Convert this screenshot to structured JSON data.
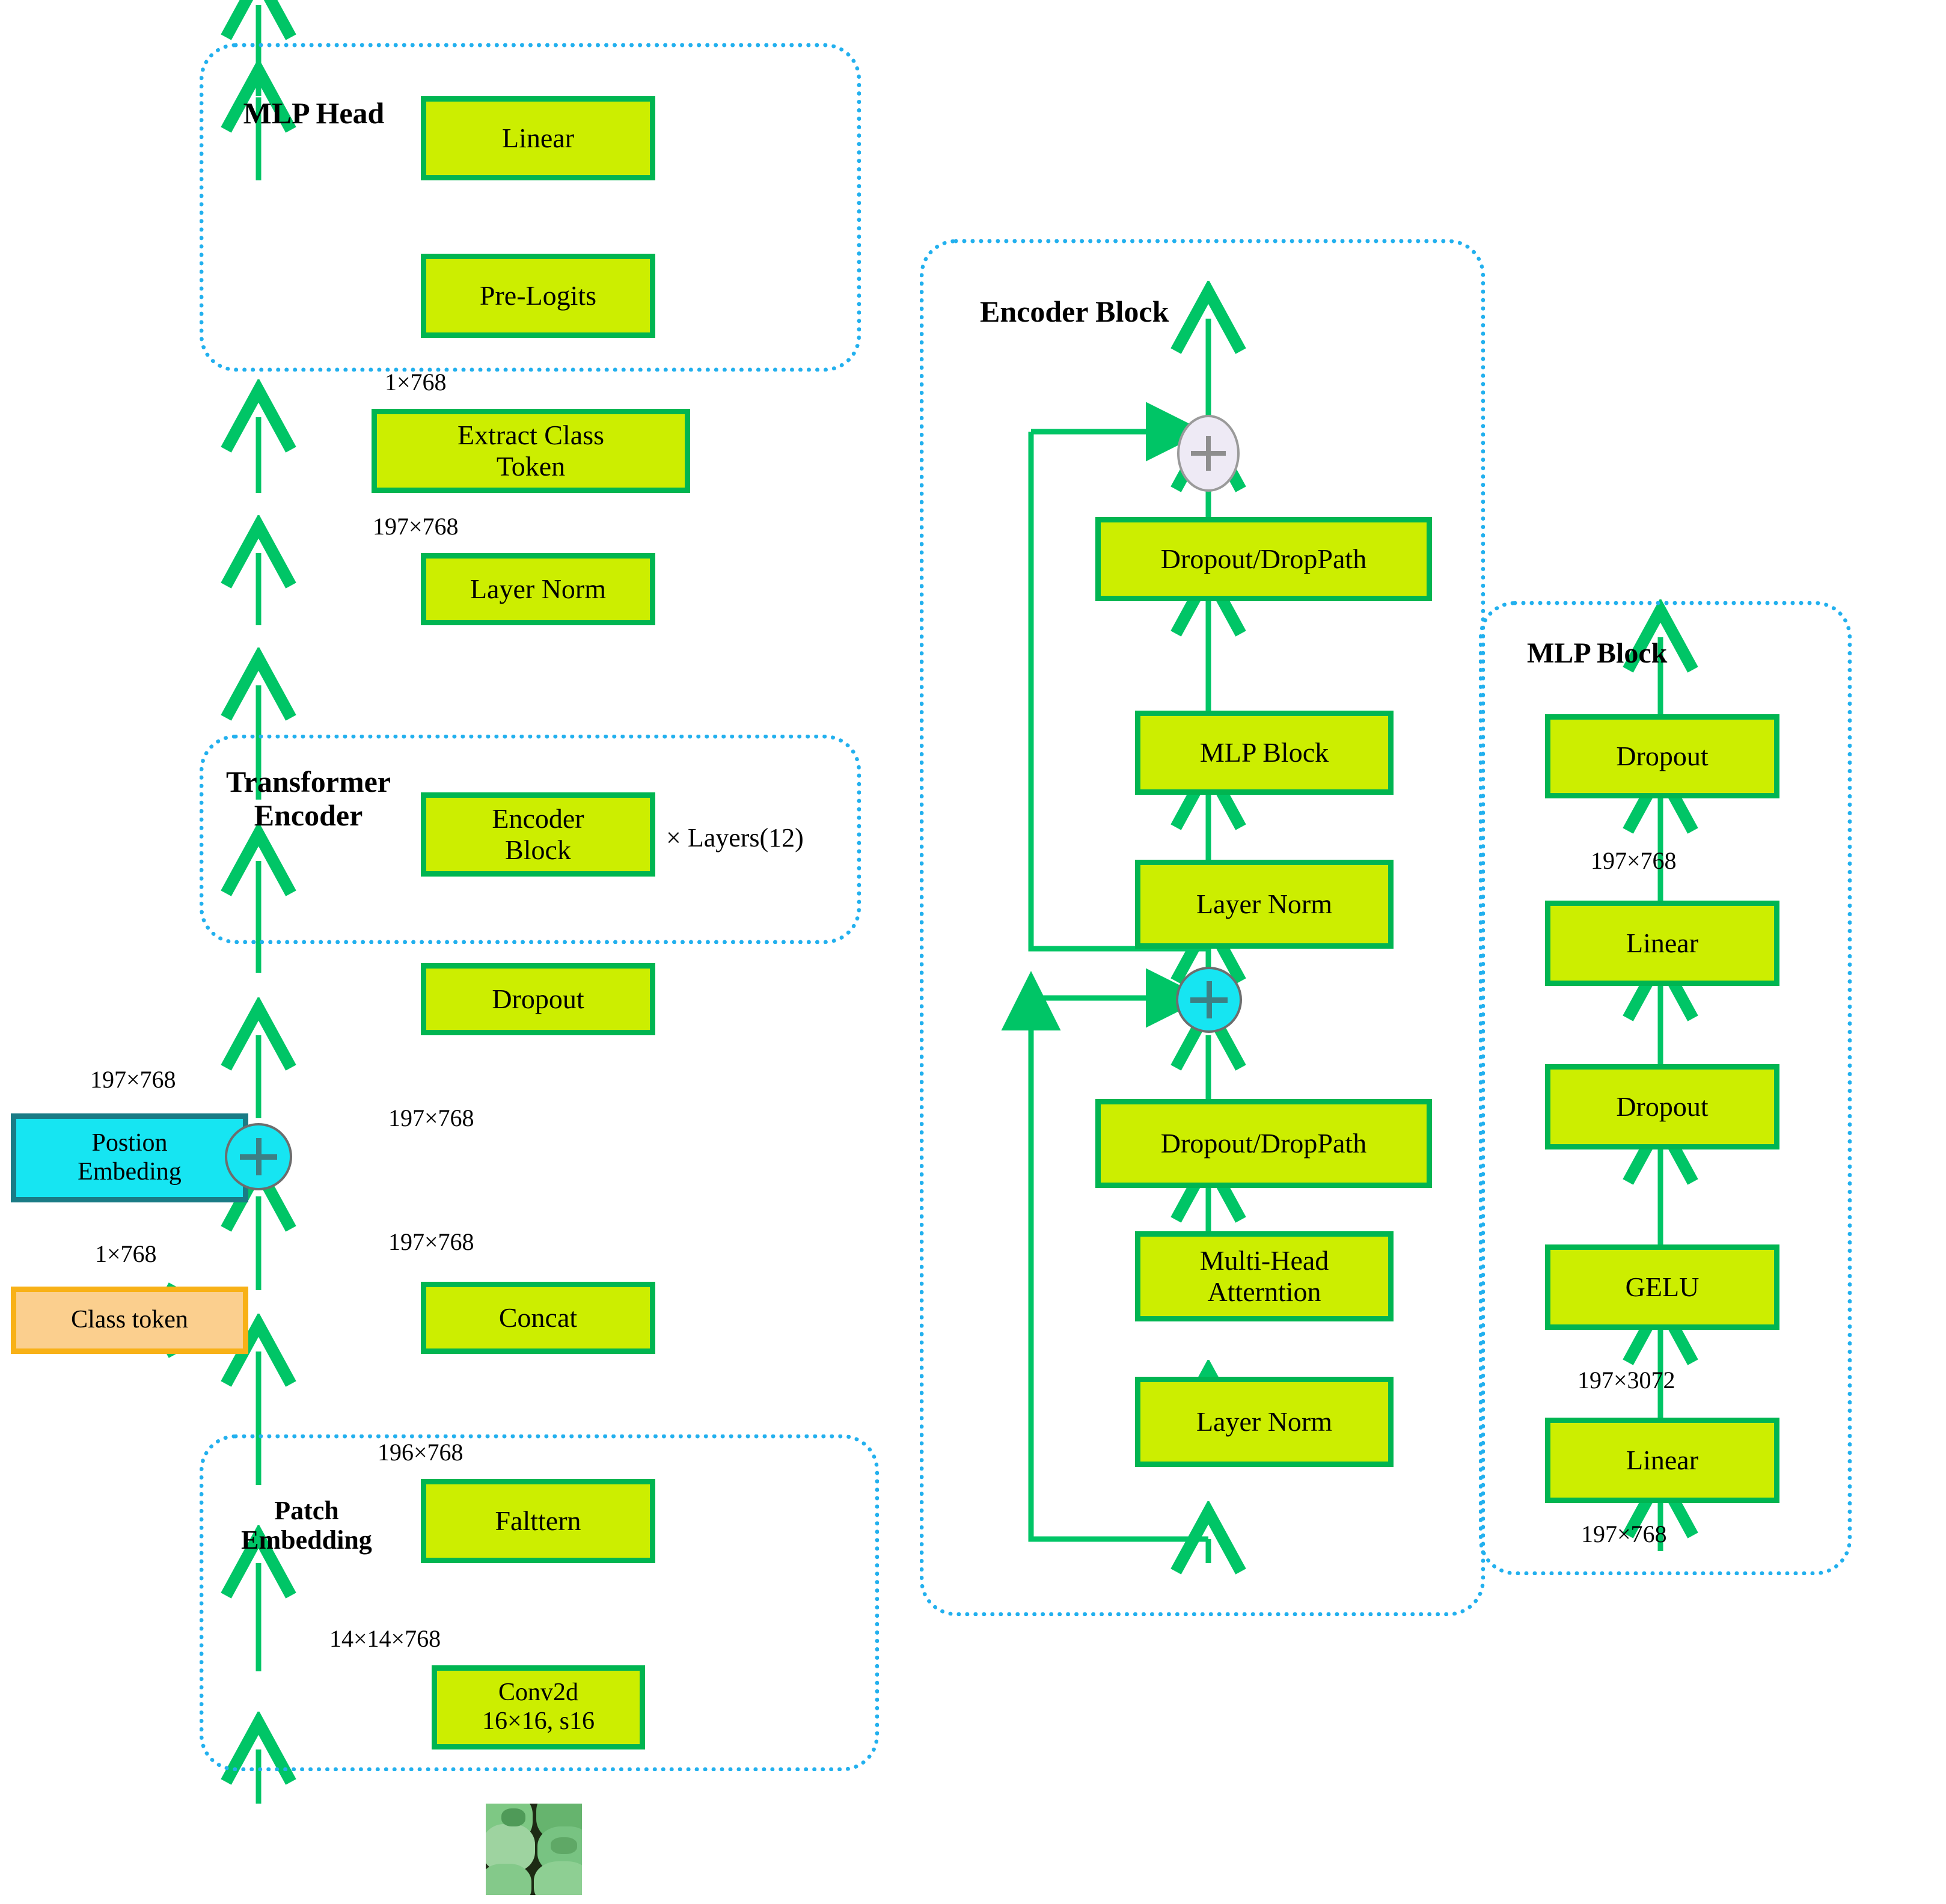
{
  "diagram": {
    "title": "Vision Transformer (ViT) architecture",
    "colors": {
      "node_fill": "#ccee00",
      "node_border": "#00b551",
      "group_border": "#22b0ee",
      "arrow": "#00c566",
      "pos_embed_fill": "#16e5f2",
      "pos_embed_border": "#1a7b85",
      "class_token_fill": "#fbcf8e",
      "class_token_border": "#f8b117",
      "plus_cyan": "#16e5f2",
      "plus_pale": "#eeeaf5"
    }
  },
  "groups": {
    "mlp_head": {
      "label": "MLP Head"
    },
    "transformer_encoder": {
      "label": "Transformer\nEncoder"
    },
    "patch_embedding": {
      "label": "Patch\nEmbedding"
    },
    "encoder_block": {
      "label": "Encoder Block"
    },
    "mlp_block": {
      "label": "MLP Block"
    }
  },
  "main_column": {
    "nodes": [
      {
        "id": "linear-head",
        "label": "Linear"
      },
      {
        "id": "pre-logits",
        "label": "Pre-Logits"
      },
      {
        "id": "extract-class-token",
        "label": "Extract Class\nToken"
      },
      {
        "id": "layer-norm-head",
        "label": "Layer Norm"
      },
      {
        "id": "encoder-block",
        "label": "Encoder\nBlock"
      },
      {
        "id": "dropout-main",
        "label": "Dropout"
      },
      {
        "id": "concat",
        "label": "Concat"
      },
      {
        "id": "flatten",
        "label": "Falttern"
      },
      {
        "id": "conv2d",
        "label": "Conv2d\n16×16, s16"
      }
    ],
    "side_nodes": [
      {
        "id": "position-embedding",
        "label": "Postion\nEmbeding"
      },
      {
        "id": "class-token",
        "label": "Class token"
      }
    ],
    "layers_note": "× Layers(12)",
    "dims": {
      "class_token_out": "1×768",
      "layer_norm_out": "197×768",
      "pos_embed_dim": "197×768",
      "plus_out": "197×768",
      "concat_out": "197×768",
      "class_token_dim": "1×768",
      "flatten_out": "196×768",
      "conv_out": "14×14×768"
    }
  },
  "encoder_block": {
    "nodes": [
      {
        "id": "eb-dropout-droppath-top",
        "label": "Dropout/DropPath"
      },
      {
        "id": "eb-mlp-block",
        "label": "MLP Block"
      },
      {
        "id": "eb-layer-norm-top",
        "label": "Layer Norm"
      },
      {
        "id": "eb-dropout-droppath-bot",
        "label": "Dropout/DropPath"
      },
      {
        "id": "eb-multi-head-attention",
        "label": "Multi-Head\nAtterntion"
      },
      {
        "id": "eb-layer-norm-bot",
        "label": "Layer Norm"
      }
    ]
  },
  "mlp_block": {
    "nodes": [
      {
        "id": "mb-dropout-top",
        "label": "Dropout"
      },
      {
        "id": "mb-linear-top",
        "label": "Linear"
      },
      {
        "id": "mb-dropout-bot",
        "label": "Dropout"
      },
      {
        "id": "mb-gelu",
        "label": "GELU"
      },
      {
        "id": "mb-linear-bot",
        "label": "Linear"
      }
    ],
    "dims": {
      "linear_top_out": "197×768",
      "linear_bot_out": "197×3072",
      "input": "197×768"
    }
  }
}
